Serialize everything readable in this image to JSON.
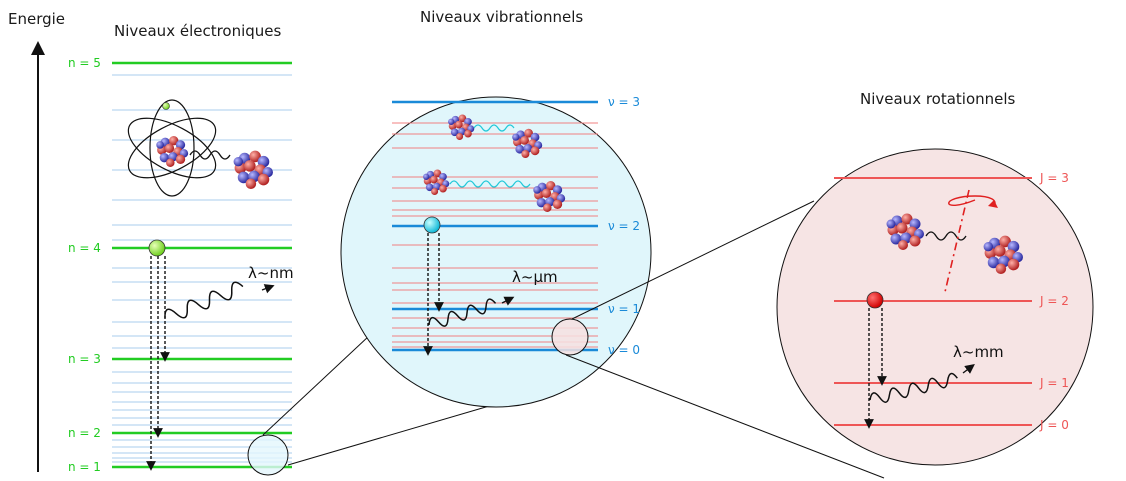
{
  "axis_label": "Energie",
  "sections": {
    "electronic": {
      "title": "Niveaux électroniques"
    },
    "vibrational": {
      "title": "Niveaux vibrationnels"
    },
    "rotational": {
      "title": "Niveaux rotationnels"
    }
  },
  "levels": {
    "electronic": [
      "n = 5",
      "n = 4",
      "n = 3",
      "n = 2",
      "n = 1"
    ],
    "vibrational": [
      "ν = 3",
      "ν = 2",
      "ν = 1",
      "ν = 0"
    ],
    "rotational": [
      "J = 3",
      "J = 2",
      "J = 1",
      "J = 0"
    ]
  },
  "wavelengths": {
    "electronic": "λ~nm",
    "vibrational": "λ~μm",
    "rotational": "λ~mm"
  },
  "colors": {
    "electronic_level": "#22cc22",
    "sub_level_blue": "#a8cdee",
    "vibrational_level": "#1a8ad8",
    "sub_level_red": "#f08080",
    "rotational_level": "#ee5555",
    "vib_circle_fill": "#e0f6fb",
    "rot_circle_fill": "#f6e4e4"
  }
}
